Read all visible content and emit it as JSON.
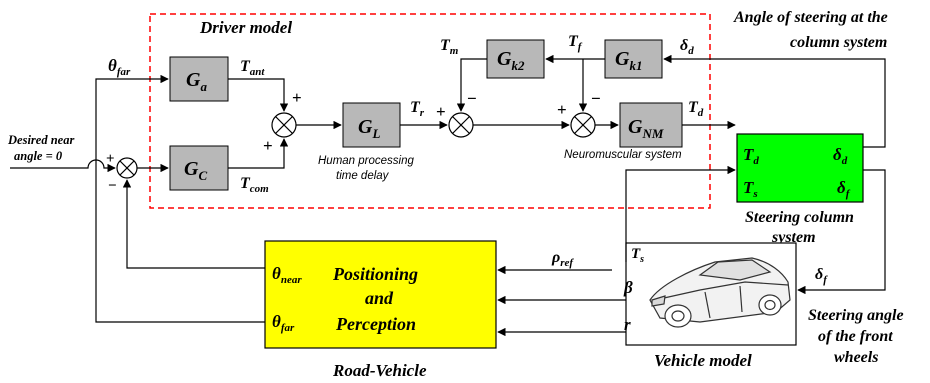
{
  "blocks": {
    "ga": {
      "sym": "G",
      "sub": "a"
    },
    "gc": {
      "sym": "G",
      "sub": "C"
    },
    "gl": {
      "sym": "G",
      "sub": "L"
    },
    "gk2": {
      "sym": "G",
      "sub": "k2"
    },
    "gk1": {
      "sym": "G",
      "sub": "k1"
    },
    "gnm": {
      "sym": "G",
      "sub": "NM"
    },
    "steering": {
      "t_d": {
        "sym": "T",
        "sub": "d"
      },
      "t_s": {
        "sym": "T",
        "sub": "s"
      },
      "delta_d": {
        "sym": "δ",
        "sub": "d"
      },
      "delta_f": {
        "sym": "δ",
        "sub": "f"
      }
    },
    "positioning": {
      "line1": "Positioning",
      "line2": "and",
      "line3": "Perception",
      "theta_near": {
        "sym": "θ",
        "sub": "near"
      },
      "theta_far": {
        "sym": "θ",
        "sub": "far"
      }
    }
  },
  "labels": {
    "driver_model": "Driver model",
    "angle_column_1": "Angle of steering at the",
    "angle_column_2": "column system",
    "desired_1": "Desired near",
    "desired_2": "angle = 0",
    "human_1": "Human processing",
    "human_2": "time delay",
    "neuromuscular": "Neuromuscular system",
    "steering_col_1": "Steering column",
    "steering_col_2": "system",
    "road_vehicle": "Road-Vehicle",
    "vehicle_model": "Vehicle model",
    "front_1": "Steering angle",
    "front_2": "of the front",
    "front_3": "wheels"
  },
  "signals": {
    "theta_far": {
      "sym": "θ",
      "sub": "far"
    },
    "t_ant": {
      "sym": "T",
      "sub": "ant"
    },
    "t_com": {
      "sym": "T",
      "sub": "com"
    },
    "t_r": {
      "sym": "T",
      "sub": "r"
    },
    "t_m": {
      "sym": "T",
      "sub": "m"
    },
    "t_f": {
      "sym": "T",
      "sub": "f"
    },
    "delta_d": {
      "sym": "δ",
      "sub": "d"
    },
    "t_d": {
      "sym": "T",
      "sub": "d"
    },
    "t_s": {
      "sym": "T",
      "sub": "s"
    },
    "delta_f": {
      "sym": "δ",
      "sub": "f"
    },
    "rho_ref": {
      "sym": "ρ",
      "sub": "ref"
    },
    "beta": "β",
    "r": "r"
  },
  "signs": {
    "plus": "+",
    "minus": "−"
  },
  "colors": {
    "block_gray": "#b8b8b8",
    "steering_green": "#00ff00",
    "positioning_yellow": "#ffff00",
    "dashed_red": "#ff0000",
    "line": "#000000"
  }
}
